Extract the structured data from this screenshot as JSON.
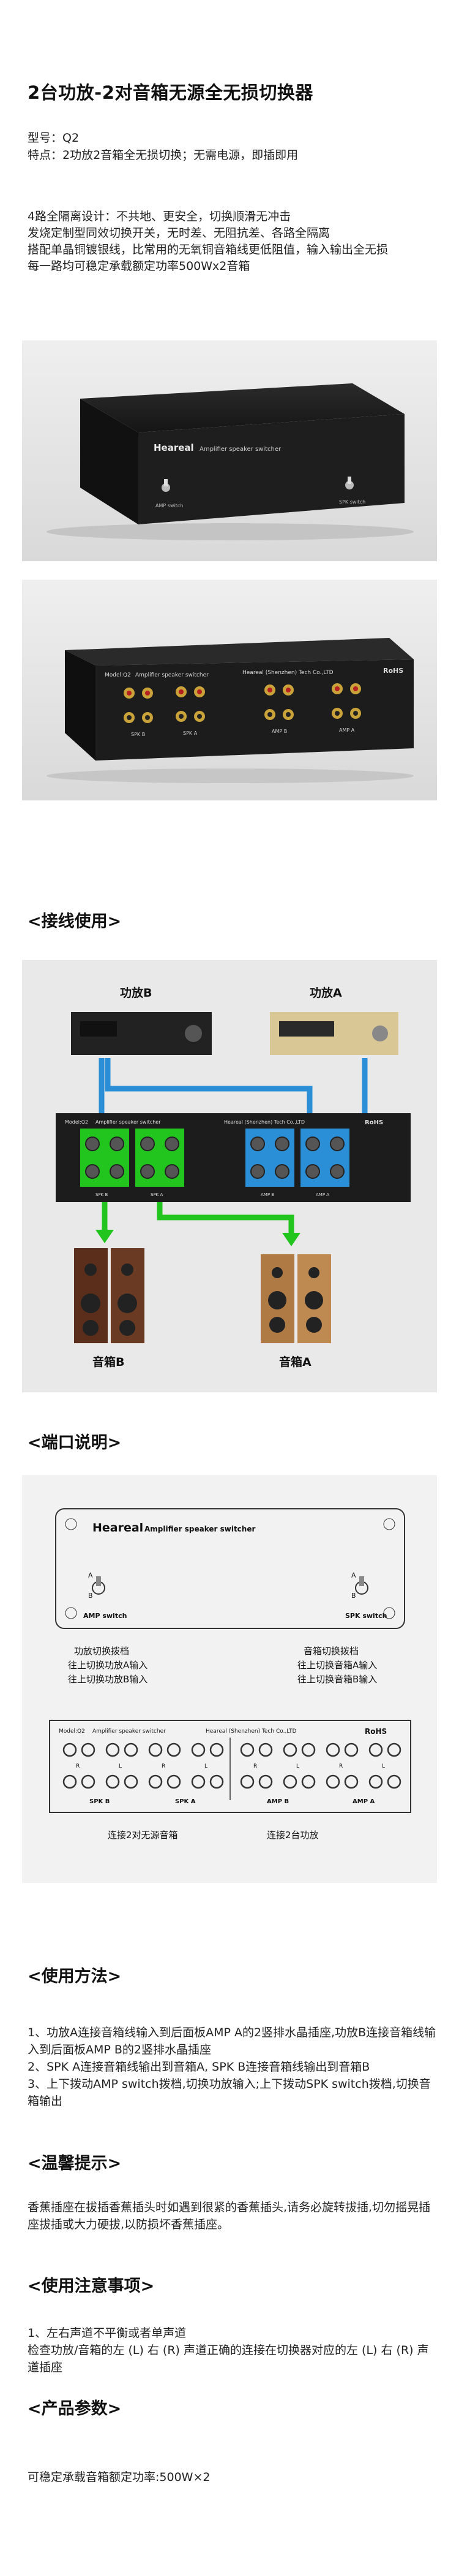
{
  "title": "2台功放-2对音箱无源全无损切换器",
  "model": "型号：Q2",
  "feature_line": "特点：2功放2音箱全无损切换；无需电源，即插即用",
  "features": [
    "4路全隔离设计：不共地、更安全，切换顺滑无冲击",
    "发烧定制型同效切换开关，无时差、无阻抗差、各路全隔离",
    "搭配单晶铜镀银线，比常用的无氧铜音箱线更低阻值，输入输出全无损",
    "每一路均可稳定承载额定功率500Wx2音箱"
  ],
  "device": {
    "brand": "Heareal",
    "name": "Amplifier speaker switcher",
    "company": "Heareal (Shenzhen) Tech Co.,LTD",
    "model_label": "Model:Q2",
    "rohs": "RoHS",
    "amp_switch": "AMP switch",
    "spk_switch": "SPK switch",
    "spk_b": "SPK B",
    "spk_a": "SPK A",
    "amp_b": "AMP B",
    "amp_a": "AMP A",
    "sw_a": "A",
    "sw_b": "B",
    "r": "R",
    "l": "L"
  },
  "wiring": {
    "title": "<接线使用>",
    "amp_b": "功放B",
    "amp_a": "功放A",
    "speaker_b": "音箱B",
    "speaker_a": "音箱A"
  },
  "ports": {
    "title": "<端口说明>",
    "amp_desc": [
      "功放切换拨档",
      "往上切换功放A输入",
      "往上切换功放B输入"
    ],
    "spk_desc": [
      "音箱切换拨档",
      "往上切换音箱A输入",
      "往上切换音箱B输入"
    ],
    "connect_speakers": "连接2对无源音箱",
    "connect_amps": "连接2台功放"
  },
  "usage": {
    "title": "<使用方法>",
    "lines": [
      "1、功放A连接音箱线输入到后面板AMP A的2竖排水晶插座,功放B连接音箱线输入到后面板AMP B的2竖排水晶插座",
      "2、SPK A连接音箱线输出到音箱A, SPK B连接音箱线输出到音箱B",
      "3、上下拨动AMP switch拨档,切换功放输入;上下拨动SPK switch拨档,切换音箱输出"
    ]
  },
  "tips": {
    "title": "<温馨提示>",
    "text": "香蕉插座在拔插香蕉插头时如遇到很紧的香蕉插头,请务必旋转拔插,切勿摇晃插座拔插或大力硬拔,以防损坏香蕉插座。"
  },
  "notes": {
    "title": "<使用注意事项>",
    "lines": [
      "1、左右声道不平衡或者单声道",
      "检查功放/音箱的左 (L) 右 (R) 声道正确的连接在切换器对应的左 (L) 右 (R) 声道插座"
    ]
  },
  "params": {
    "title": "<产品参数>",
    "text": "可稳定承载音箱额定功率:500W×2"
  },
  "colors": {
    "panel": "#1c1c1c",
    "green_group": "#22c41e",
    "blue_group": "#2a8fd6",
    "gold": "#c9a23a",
    "red_jack": "#b52020"
  }
}
